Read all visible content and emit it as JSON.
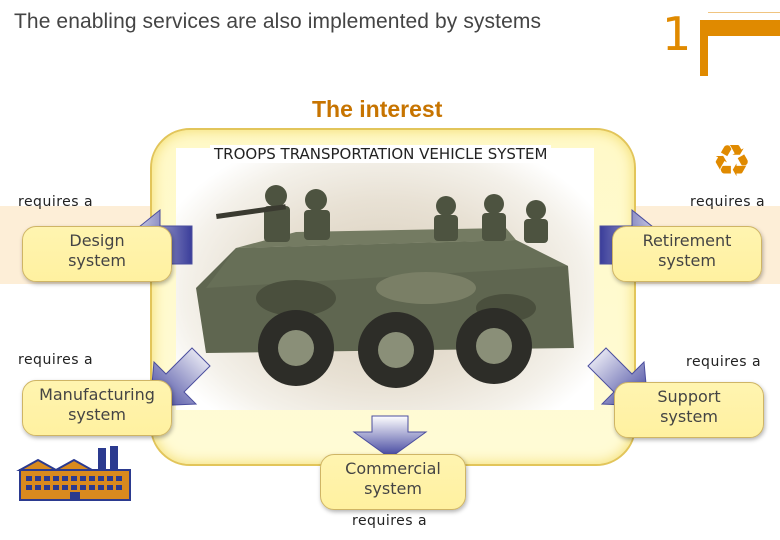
{
  "slide": {
    "title": "The enabling services are also implemented by systems",
    "number": "1",
    "subtitle": "The interest",
    "accent_color": "#e08a00"
  },
  "center": {
    "label": "TROOPS TRANSPORTATION VEHICLE SYSTEM",
    "image": "armored-troop-transport-vehicle-photo"
  },
  "systems": {
    "design": {
      "line1": "Design",
      "line2": "system",
      "requires": "requires a"
    },
    "retirement": {
      "line1": "Retirement",
      "line2": "system",
      "requires": "requires a",
      "icon": "recycle-icon"
    },
    "manufacturing": {
      "line1": "Manufacturing",
      "line2": "system",
      "requires": "requires a",
      "icon": "factory-icon"
    },
    "support": {
      "line1": "Support",
      "line2": "system",
      "requires": "requires a"
    },
    "commercial": {
      "line1": "Commercial",
      "line2": "system",
      "requires": "requires a"
    }
  }
}
